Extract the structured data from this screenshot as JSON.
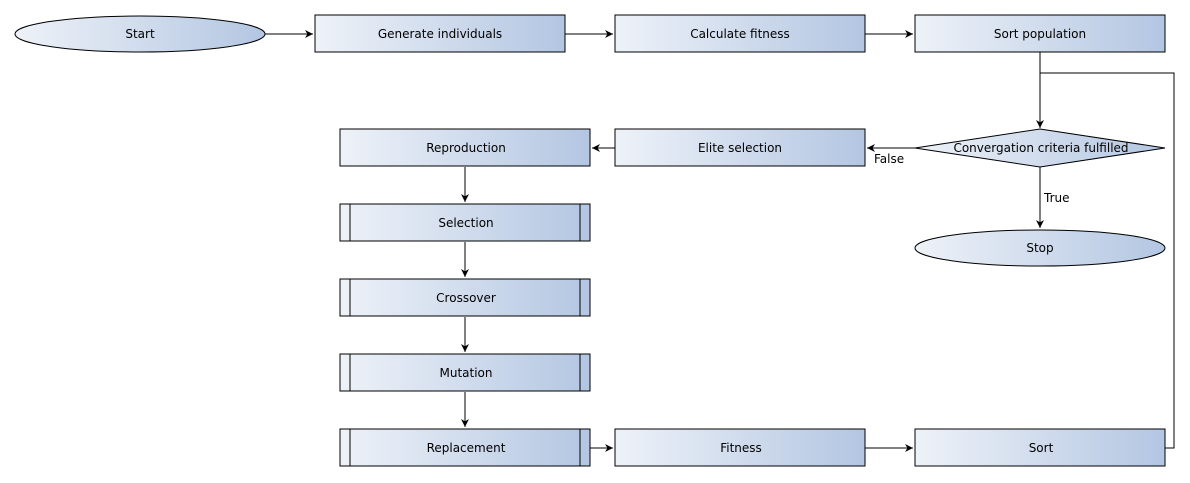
{
  "nodes": {
    "start": "Start",
    "generate": "Generate individuals",
    "calc_fitness": "Calculate fitness",
    "sort_population": "Sort population",
    "convergence": "Convergation criteria fulfilled",
    "elite": "Elite selection",
    "reproduction": "Reproduction",
    "selection": "Selection",
    "crossover": "Crossover",
    "mutation": "Mutation",
    "replacement": "Replacement",
    "fitness": "Fitness",
    "sort": "Sort",
    "stop": "Stop"
  },
  "edge_labels": {
    "false": "False",
    "true": "True"
  },
  "colors": {
    "fill_light": "#eef2f8",
    "fill_dark": "#b3c6e2",
    "stroke": "#000000"
  }
}
